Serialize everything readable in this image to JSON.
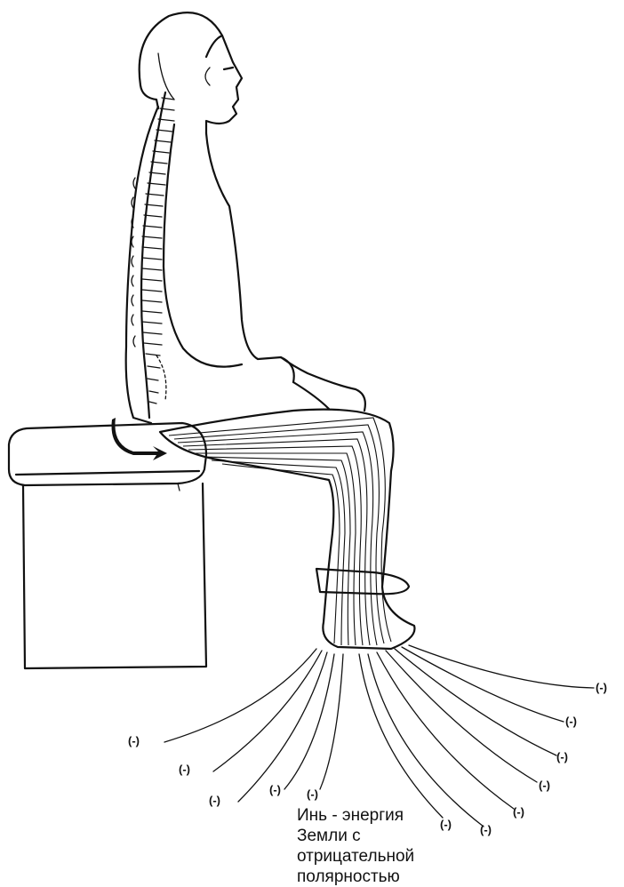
{
  "caption": {
    "line1": "Инь - энергия",
    "line2": "Земли с",
    "line3": "отрицательной",
    "line4": "полярностью"
  },
  "polarity_marks": [
    "(-)",
    "(-)",
    "(-)",
    "(-)",
    "(-)",
    "(-)",
    "(-)",
    "(-)",
    "(-)",
    "(-)",
    "(-)",
    "(-)"
  ],
  "colors": {
    "ink": "#111111",
    "background": "#ffffff"
  }
}
